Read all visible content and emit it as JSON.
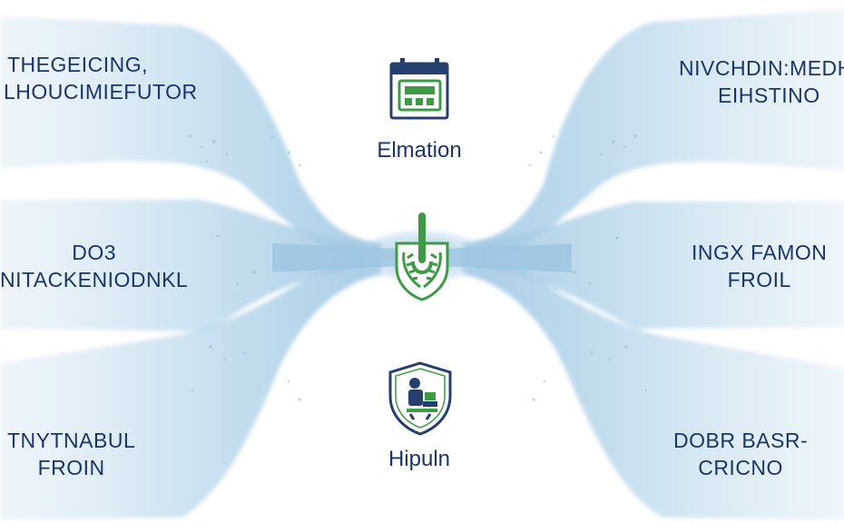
{
  "nodes": {
    "left_top": {
      "line1": "THEGEICING,",
      "line2": "LHOUCIMIEFUTOR"
    },
    "left_middle": {
      "line1": "DO3",
      "line2": "NITACKENIODNKL"
    },
    "left_bottom": {
      "line1": "TNYTNABUL",
      "line2": "FROIN"
    },
    "right_top": {
      "line1": "NIVCHDIN:MEDHI",
      "line2": "EIHSTINO"
    },
    "right_middle": {
      "line1": "INGX FAMON",
      "line2": "FROIL"
    },
    "right_bottom": {
      "line1": "DOBR BASR-",
      "line2": "CRICNO"
    }
  },
  "center": {
    "top_label": "Elmation",
    "bottom_label": "Hipuln"
  },
  "icons": {
    "top": "calendar-icon",
    "middle": "shield-plant-icon",
    "bottom": "shield-figure-icon"
  },
  "colors": {
    "text": "#1c3566",
    "stream": "#a9cde6",
    "icon_green": "#3f9a45",
    "icon_navy": "#25406e"
  }
}
